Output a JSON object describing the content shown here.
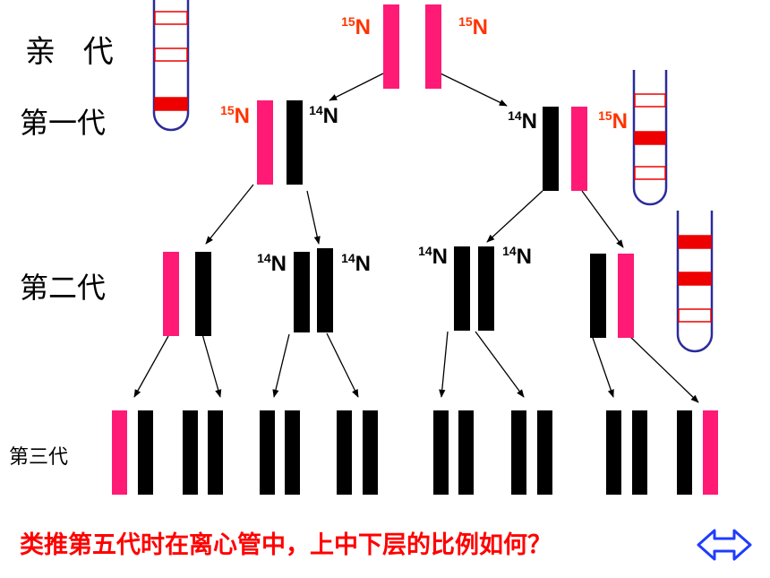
{
  "labels": {
    "parent": "亲 代",
    "gen1": "第一代",
    "gen2": "第二代",
    "gen3": "第三代"
  },
  "isotopes": {
    "heavy": "15",
    "light": "14",
    "element": "N"
  },
  "question": "类推第五代时在离心管中，上中下层的比例如何？",
  "colors": {
    "heavy_strand": "#ff1a75",
    "light_strand": "#000000",
    "heavy_label": "#ff3300",
    "light_label": "#000000",
    "tube_outline": "#2b2b9a",
    "tube_band": "#ee0000",
    "question": "#ff0000",
    "nav_icon": "#1f3cff"
  },
  "icons": {
    "nav": "double-arrow-icon"
  },
  "tubes": [
    {
      "generation": "亲代",
      "bands": [
        "bottom"
      ]
    },
    {
      "generation": "第一代",
      "bands": [
        "middle"
      ]
    },
    {
      "generation": "第二代",
      "bands": [
        "top",
        "middle"
      ]
    }
  ]
}
